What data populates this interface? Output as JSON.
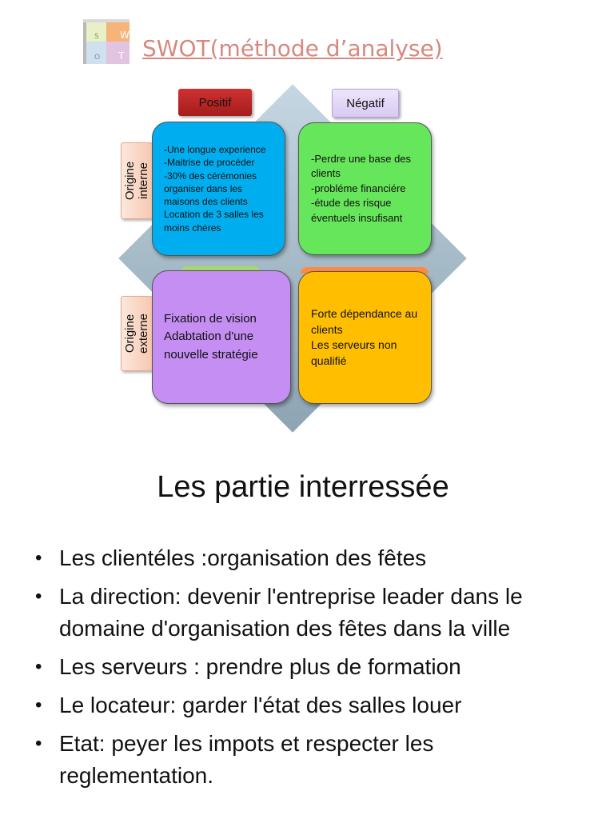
{
  "header": {
    "title": "SWOT(méthode d’analyse)",
    "thumbnail_letters": [
      "S",
      "W",
      "O",
      "T"
    ],
    "link_color": "#d7887f"
  },
  "swot": {
    "col_positive": "Positif",
    "col_negative": "Négatif",
    "row_internal": "Origine\ninterne",
    "row_external": "Origine\nexterne",
    "forces": "-Une longue experience\n-Maitrise de procéder\n-30% des cérémonies organiser dans les maisons des clients\nLocation de 3 salles les moins chéres",
    "faiblesses": "-Perdre une base des clients\n-probléme financiére\n-étude des risque éventuels insufisant",
    "opportunites": "Fixation de vision\nAdabtation d'une nouvelle stratégie",
    "menaces": "Forte dépendance au clients\nLes serveurs non qualifié",
    "colors": {
      "forces": "#00aeef",
      "faiblesses": "#66e65a",
      "opportunites": "#c48ef2",
      "menaces": "#ffbe00",
      "positif_header": "#c62828",
      "negatif_header": "#e6dcf8"
    }
  },
  "section": {
    "title": "Les partie interressée",
    "items": [
      "Les clientéles :organisation des fêtes",
      "La direction: devenir l'entreprise leader dans le domaine d'organisation des fêtes dans la ville",
      "Les serveurs : prendre plus de formation",
      "Le locateur: garder l'état des salles louer",
      "Etat: peyer les impots et respecter les reglementation."
    ]
  }
}
